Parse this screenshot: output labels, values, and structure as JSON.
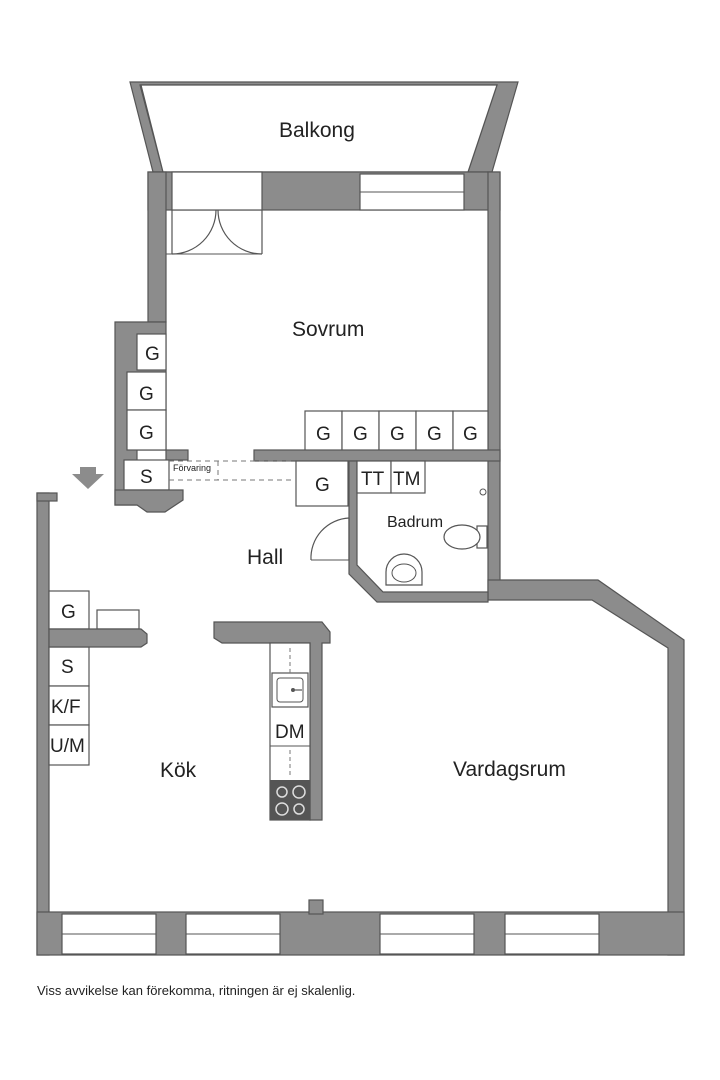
{
  "rooms": {
    "balkong": "Balkong",
    "sovrum": "Sovrum",
    "hall": "Hall",
    "badrum": "Badrum",
    "kok": "Kök",
    "vardagsrum": "Vardagsrum"
  },
  "fixtures": {
    "wardrobe": "G",
    "storage_s": "S",
    "storage_label": "Förvaring",
    "tt": "TT",
    "tm": "TM",
    "kf": "K/F",
    "um": "U/M",
    "dm": "DM"
  },
  "disclaimer": "Viss avvikelse kan förekomma, ritningen är ej skalenlig."
}
